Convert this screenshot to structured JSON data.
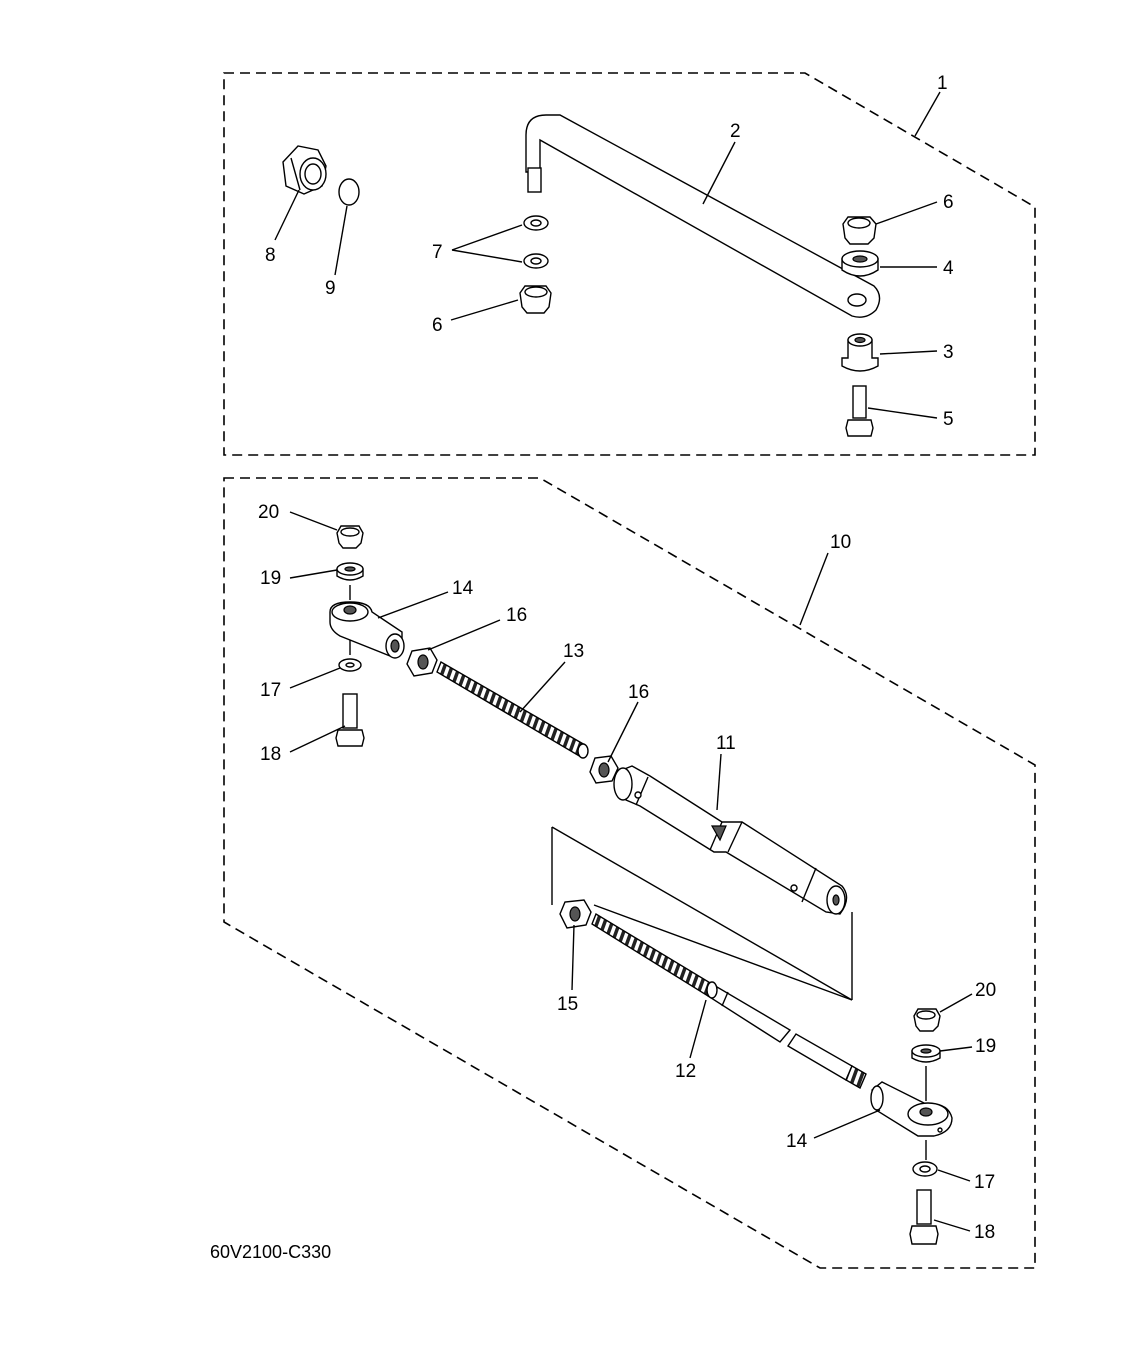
{
  "diagram_code": "60V2100-C330",
  "callouts": {
    "c1": "1",
    "c2": "2",
    "c3": "3",
    "c4": "4",
    "c5": "5",
    "c6a": "6",
    "c6b": "6",
    "c7": "7",
    "c8": "8",
    "c9": "9",
    "c10": "10",
    "c11": "11",
    "c12": "12",
    "c13": "13",
    "c14a": "14",
    "c14b": "14",
    "c15": "15",
    "c16a": "16",
    "c16b": "16",
    "c17a": "17",
    "c17b": "17",
    "c18a": "18",
    "c18b": "18",
    "c19a": "19",
    "c19b": "19",
    "c20a": "20",
    "c20b": "20"
  }
}
